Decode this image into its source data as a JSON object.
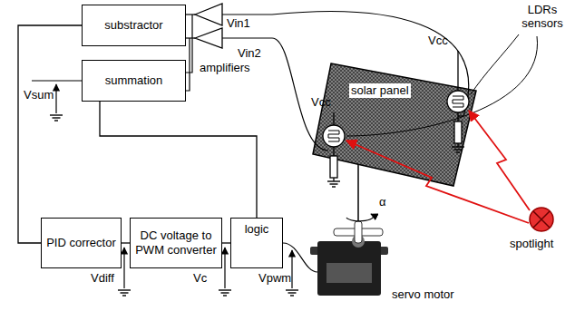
{
  "diagram": {
    "nodes": [
      {
        "text": [
          "substractor"
        ]
      },
      {
        "text": [
          "summation"
        ]
      },
      {
        "text": [
          "solar panel"
        ]
      },
      {
        "text": [
          "PID corrector"
        ]
      },
      {
        "text": [
          "DC voltage to PWM converter"
        ]
      },
      {
        "text": [
          "logic"
        ]
      }
    ],
    "edges": [
      {
        "from": 0,
        "to": 3,
        "arrow": "none"
      },
      {
        "from": 1,
        "to": 5,
        "arrow": "none"
      },
      {
        "from": 3,
        "to": 4,
        "arrow": "none"
      },
      {
        "from": 4,
        "to": 5,
        "arrow": "none"
      }
    ],
    "labels": [
      "LDRs sensors",
      "Vin1",
      "Vcc",
      "Vin2",
      "amplifiers",
      "Vcc",
      "Vsum",
      "α",
      "spotlight",
      "Vdiff",
      "Vc",
      "Vpwm",
      "servo motor"
    ]
  }
}
